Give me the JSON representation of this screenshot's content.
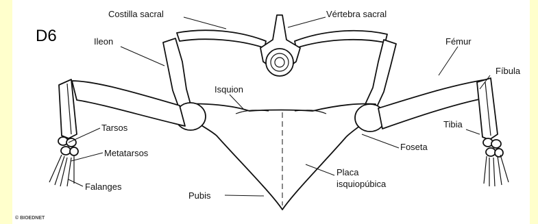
{
  "figure": {
    "panel_id": "D6",
    "credit": "© BIOEDNET",
    "labels": {
      "costilla_sacral": "Costilla sacral",
      "vertebra_sacral": "Vértebra sacral",
      "ileon": "Ileon",
      "femur": "Fémur",
      "isquion": "Isquion",
      "fibula": "Fíbula",
      "tibia": "Tibia",
      "tarsos": "Tarsos",
      "metatarsos": "Metatarsos",
      "foseta": "Foseta",
      "placa_line1": "Placa",
      "placa_line2": "isquiopúbica",
      "falanges": "Falanges",
      "pubis": "Pubis"
    }
  }
}
